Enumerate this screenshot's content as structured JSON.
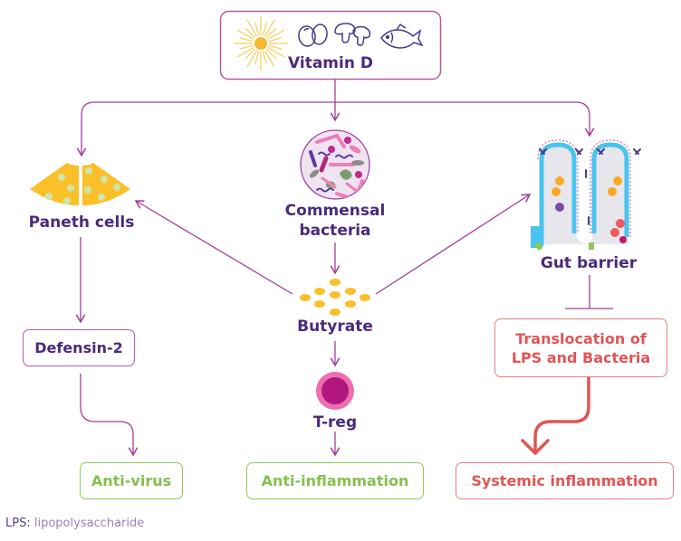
{
  "diagram": {
    "nodes": {
      "vitamin_d": {
        "label": "Vitamin D",
        "icons": [
          "sun-icon",
          "eggs-icon",
          "mushrooms-icon",
          "fish-icon"
        ]
      },
      "paneth_cells": {
        "label": "Paneth cells",
        "icon": "paneth-cell-icon"
      },
      "commensal_bacteria": {
        "label_line1": "Commensal",
        "label_line2": "bacteria",
        "icon": "bacteria-circle-icon"
      },
      "gut_barrier": {
        "label": "Gut barrier",
        "icon": "intestinal-villi-icon"
      },
      "butyrate": {
        "label": "Butyrate",
        "icon": "butyrate-molecules-icon"
      },
      "defensin_2": {
        "label": "Defensin-2"
      },
      "t_reg": {
        "label": "T-reg",
        "icon": "t-reg-cell-icon"
      },
      "translocation": {
        "label_line1": "Translocation of",
        "label_line2": "LPS and Bacteria"
      },
      "anti_virus": {
        "label": "Anti-virus"
      },
      "anti_inflammation": {
        "label": "Anti-inflammation"
      },
      "systemic_inflammation": {
        "label": "Systemic inflammation"
      }
    },
    "edges": [
      {
        "from": "Vitamin D",
        "to": "Paneth cells",
        "type": "activates"
      },
      {
        "from": "Vitamin D",
        "to": "Commensal bacteria",
        "type": "activates"
      },
      {
        "from": "Vitamin D",
        "to": "Gut barrier",
        "type": "activates"
      },
      {
        "from": "Commensal bacteria",
        "to": "Butyrate",
        "type": "activates"
      },
      {
        "from": "Butyrate",
        "to": "Paneth cells",
        "type": "activates"
      },
      {
        "from": "Butyrate",
        "to": "Gut barrier",
        "type": "activates"
      },
      {
        "from": "Butyrate",
        "to": "T-reg",
        "type": "activates"
      },
      {
        "from": "Paneth cells",
        "to": "Defensin-2",
        "type": "activates"
      },
      {
        "from": "Defensin-2",
        "to": "Anti-virus",
        "type": "activates"
      },
      {
        "from": "T-reg",
        "to": "Anti-inflammation",
        "type": "activates"
      },
      {
        "from": "Gut barrier",
        "to": "Translocation of LPS and Bacteria",
        "type": "inhibits"
      },
      {
        "from": "Translocation of LPS and Bacteria",
        "to": "Systemic inflammation",
        "type": "leads-to"
      }
    ],
    "footnote": {
      "abbr": "LPS:",
      "text": " lipopolysaccharide"
    },
    "colors": {
      "arrow": "#a43e9a",
      "text_primary": "#4a2a7a",
      "negative": "#e05555",
      "positive": "#86c04e",
      "butyrate": "#fbbf2a",
      "treg_outer": "#ee6fb0",
      "treg_inner": "#b0177f"
    }
  }
}
